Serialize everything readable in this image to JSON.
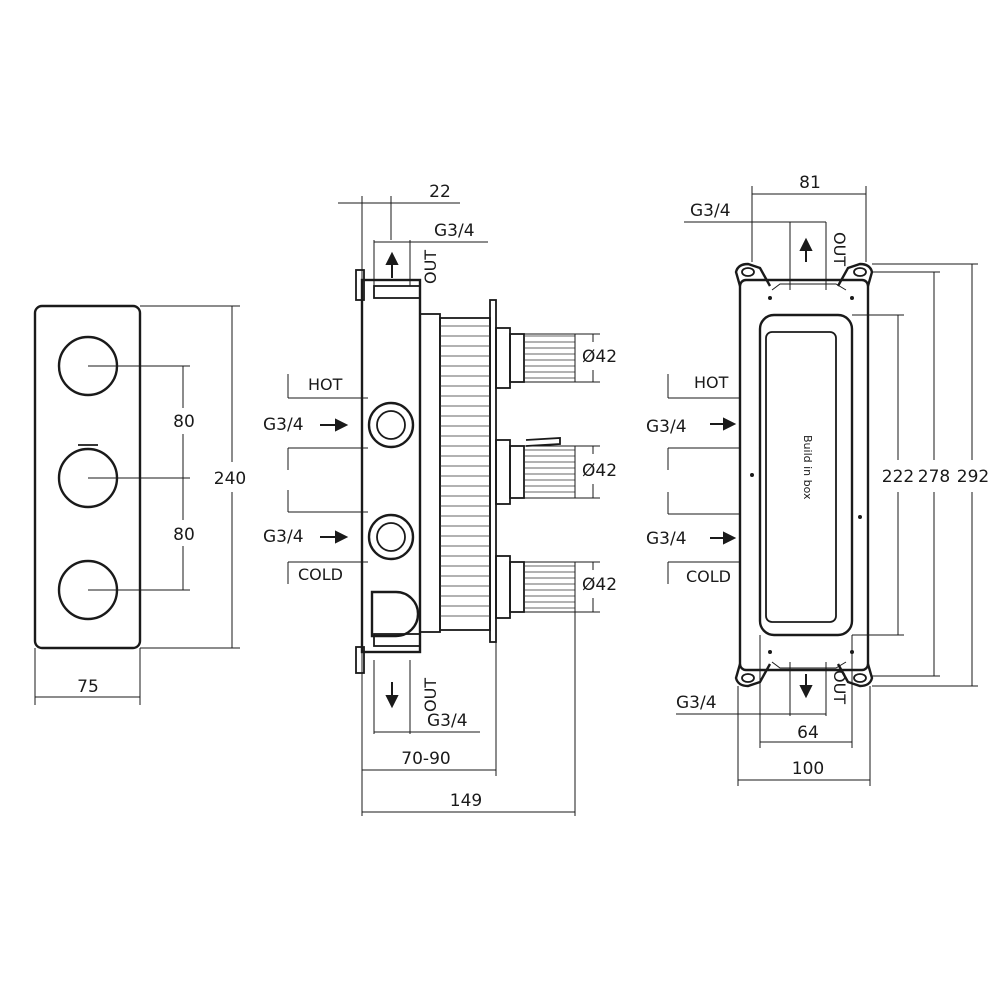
{
  "front_view": {
    "height_label": "240",
    "width_label": "75",
    "spacing_top_label": "80",
    "spacing_bottom_label": "80"
  },
  "side_view": {
    "top_offset_label": "22",
    "top_port_label": "G3/4",
    "top_out_label": "OUT",
    "hot_label": "HOT",
    "hot_port_label": "G3/4",
    "cold_port_label": "G3/4",
    "cold_label": "COLD",
    "bottom_out_label": "OUT",
    "bottom_port_label": "G3/4",
    "depth_adjust_label": "70-90",
    "total_depth_label": "149",
    "stem_labels": [
      "Ø42",
      "Ø42",
      "Ø42"
    ]
  },
  "back_view": {
    "width_top_label": "81",
    "top_port_label": "G3/4",
    "top_out_label": "OUT",
    "hot_label": "HOT",
    "hot_port_label": "G3/4",
    "cold_port_label": "G3/4",
    "cold_label": "COLD",
    "box_text": "Build in box",
    "inner_height_label": "222",
    "mid_height_label": "278",
    "outer_height_label": "292",
    "bottom_port_label": "G3/4",
    "bottom_out_label": "OUT",
    "inner_width_label": "64",
    "outer_width_label": "100"
  }
}
